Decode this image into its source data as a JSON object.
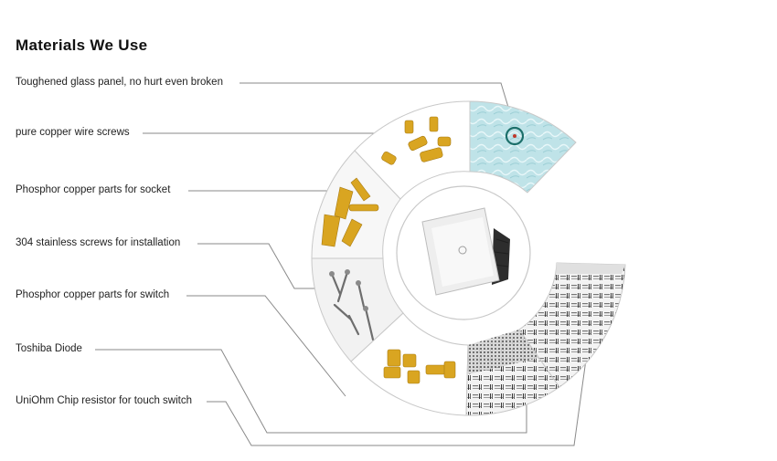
{
  "heading": "Materials We Use",
  "materials": [
    {
      "label": "Toughened glass panel, no hurt even broken",
      "icon": "glass-texture-photo"
    },
    {
      "label": "pure copper wire screws",
      "icon": "copper-screws-photo"
    },
    {
      "label": "Phosphor copper parts for socket",
      "icon": "socket-parts-photo"
    },
    {
      "label": "304 stainless screws for installation",
      "icon": "stainless-screws-photo"
    },
    {
      "label": "Phosphor copper parts for switch",
      "icon": "switch-parts-photo"
    },
    {
      "label": "Toshiba Diode",
      "icon": "toshiba-diode-photo"
    },
    {
      "label": "UniOhm Chip resistor for touch switch",
      "icon": "uniohm-resistor-photo"
    }
  ],
  "product_photo": "touch-switch-photo",
  "colors": {
    "line": "#8a8a8a",
    "ring_border": "#c8c8c8",
    "brass": "#d9a521",
    "glass": "#bfe3e8"
  }
}
